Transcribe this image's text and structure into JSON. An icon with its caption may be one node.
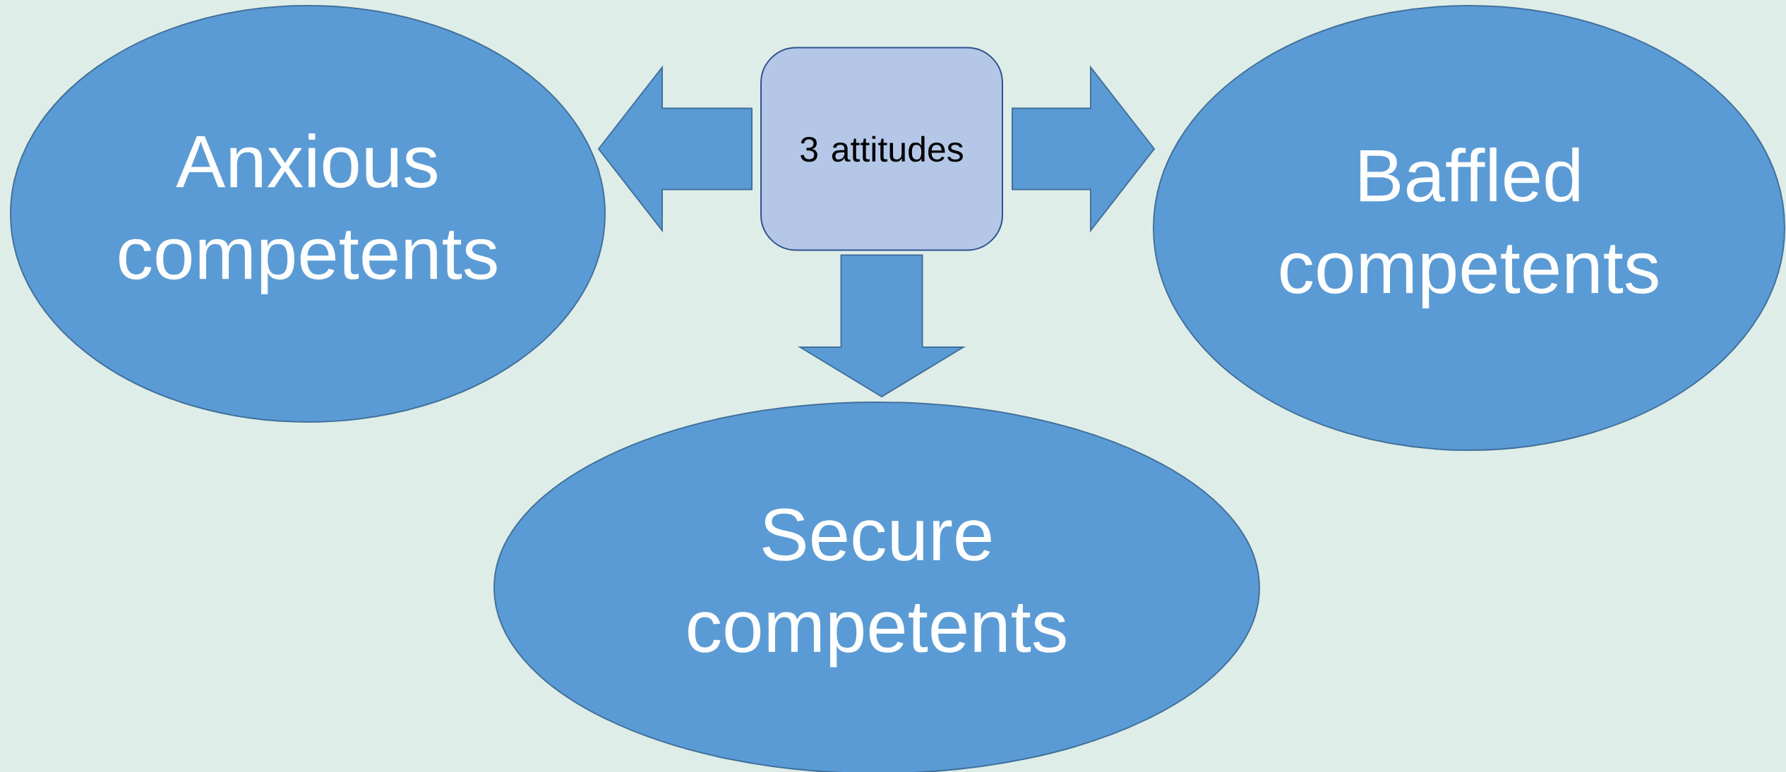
{
  "diagram": {
    "nodes": [
      {
        "text": [
          "3 attitudes"
        ]
      },
      {
        "text": [
          "Anxious competents"
        ]
      },
      {
        "text": [
          "Baffled competents"
        ]
      },
      {
        "text": [
          "Secure competents"
        ]
      }
    ],
    "edges": [
      {
        "from": 0,
        "to": 1,
        "arrow": "to"
      },
      {
        "from": 0,
        "to": 2,
        "arrow": "to"
      },
      {
        "from": 0,
        "to": 3,
        "arrow": "to"
      }
    ]
  }
}
